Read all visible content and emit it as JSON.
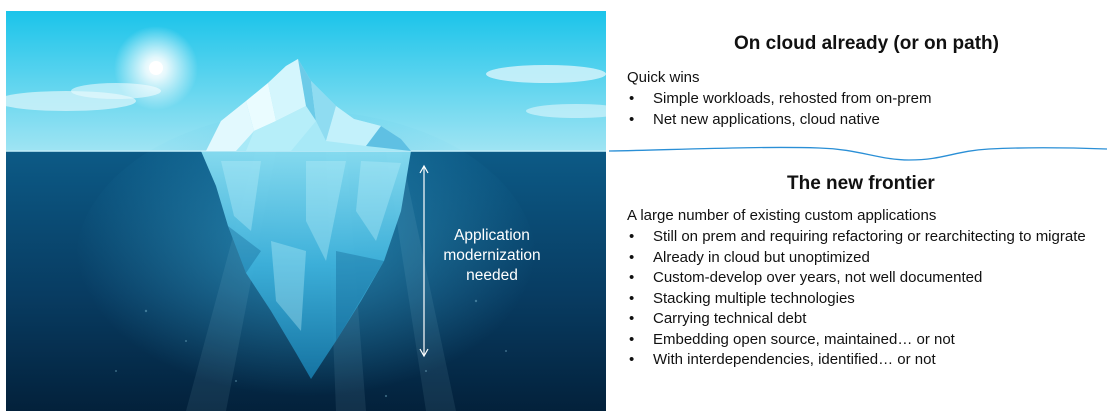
{
  "illustration": {
    "annotation_text": "Application modernization needed"
  },
  "cloud_section": {
    "heading": "On cloud already (or on path)",
    "intro": "Quick wins",
    "items": [
      "Simple workloads, rehosted from on-prem",
      "Net new applications, cloud native"
    ]
  },
  "frontier_section": {
    "heading": "The new frontier",
    "intro": "A large number of existing custom applications",
    "items": [
      "Still on prem and requiring refactoring or rearchitecting to migrate",
      "Already in cloud but unoptimized",
      "Custom-develop over years, not well documented",
      "Stacking multiple technologies",
      "Carrying technical debt",
      "Embedding open source, maintained… or not",
      "With interdependencies, identified… or not"
    ]
  },
  "colors": {
    "sky_top": "#1fc6ea",
    "sky_bottom": "#8fe0f2",
    "water_top": "#0d5a86",
    "water_bottom": "#04243f",
    "ice_light": "#e6fbff",
    "ice_mid": "#7fd9f0",
    "ice_deep": "#2aa8d6",
    "divider_wave": "#2a8fd6"
  }
}
